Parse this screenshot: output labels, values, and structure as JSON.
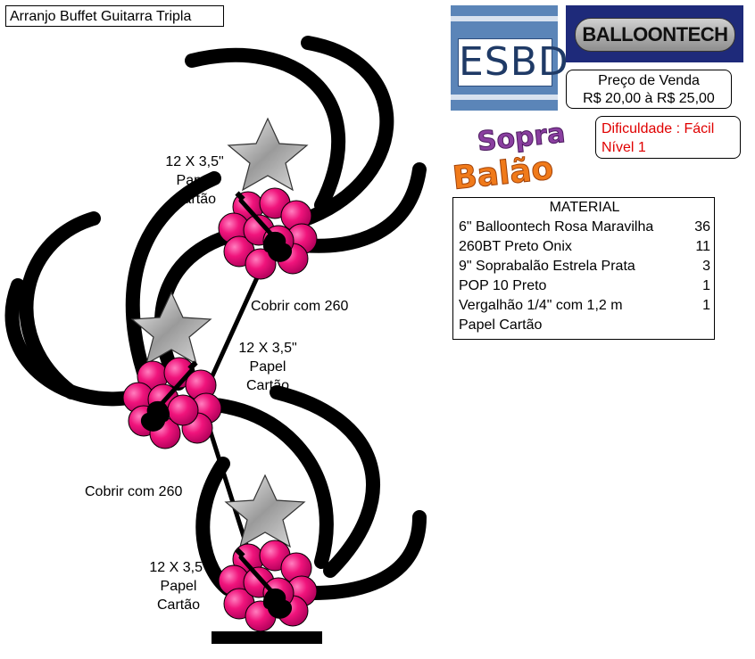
{
  "title": "Arranjo Buffet Guitarra Tripla",
  "logos": {
    "esbd": "ESBD",
    "balloontech": "BALLOONTECH",
    "sopra": "Sopra",
    "balao": "Balão"
  },
  "price": {
    "label": "Preço de Venda",
    "value": "R$ 20,00 à R$ 25,00"
  },
  "difficulty": {
    "line1": "Dificuldade : Fácil",
    "line2": "Nível 1"
  },
  "material": {
    "heading": "MATERIAL",
    "items": [
      {
        "name": "6\" Balloontech Rosa Maravilha",
        "qty": "36"
      },
      {
        "name": "260BT Preto Onix",
        "qty": "11"
      },
      {
        "name": "9\" Soprabalão Estrela Prata",
        "qty": "3"
      },
      {
        "name": "POP 10 Preto",
        "qty": "1"
      },
      {
        "name": "Vergalhão 1/4\" com 1,2 m",
        "qty": "1"
      },
      {
        "name": "Papel Cartão",
        "qty": ""
      }
    ]
  },
  "labels": {
    "paper_top": [
      "12 X 3,5\"",
      "Papel",
      "Cartão"
    ],
    "paper_mid": [
      "12 X 3,5\"",
      "Papel",
      "Cartão"
    ],
    "paper_bot": [
      "12 X 3,5\"",
      "Papel",
      "Cartão"
    ],
    "cover_top": "Cobrir com 260",
    "cover_bot": "Cobrir com 260"
  },
  "colors": {
    "pink": "#f0147c",
    "black": "#000000",
    "silver": "#c8c8c8",
    "red_text": "#e00000",
    "esbd_blue": "#5b85b8",
    "balloontech_navy": "#1e2a7a"
  }
}
